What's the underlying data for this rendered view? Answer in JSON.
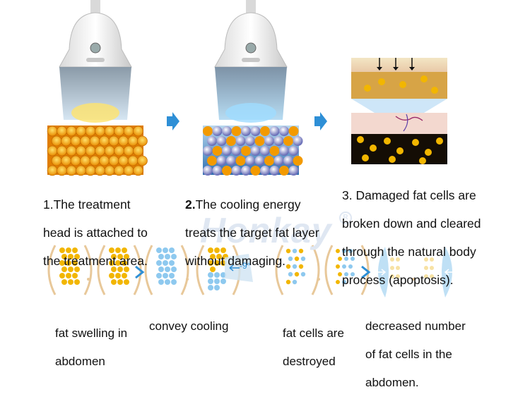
{
  "steps": [
    {
      "number": "1.",
      "text": "The treatment head is attached to the treatment area."
    },
    {
      "number": "2.",
      "text": "The cooling energy treats the target fat layer without damaging."
    },
    {
      "number": "3.",
      "text": "Damaged fat cells are broken down and cleared through the natural body process (apoptosis)."
    }
  ],
  "step_lines": {
    "s1": [
      "The treatment",
      "head is attached to",
      "the treatment area."
    ],
    "s2": [
      "The cooling energy",
      "treats the target fat layer",
      "without damaging."
    ],
    "s3": [
      "3. Damaged fat cells are",
      "broken down and cleared",
      "through the natural body",
      "process (apoptosis)."
    ]
  },
  "watermark": {
    "brand": "Honkay",
    "mark": "R"
  },
  "cooling_temp": "-9°",
  "bottom_labels": {
    "swelling": [
      "fat swelling in",
      "abdomen"
    ],
    "cooling": "convey cooling",
    "destroyed": [
      "fat cells are",
      "destroyed"
    ],
    "decreased": [
      "decreased number",
      "of fat cells in the",
      "abdomen."
    ]
  },
  "colors": {
    "arrow_blue": "#2e8fd6",
    "fat_yellow": "#f2b600",
    "cool_blue": "#8ec9ef"
  }
}
